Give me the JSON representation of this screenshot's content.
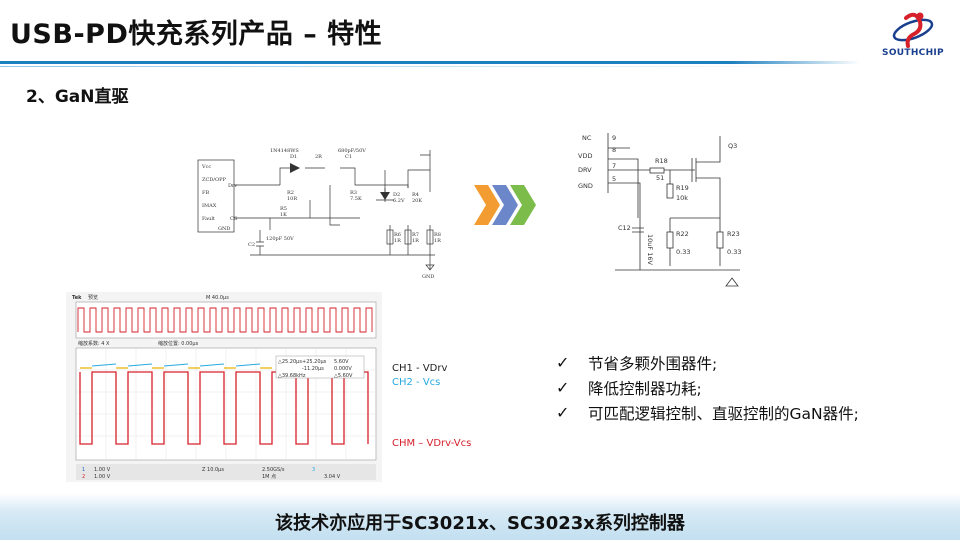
{
  "header": {
    "title": "USB-PD快充系列产品 – 特性",
    "logo_text": "SOUTHCHIP"
  },
  "section": {
    "subtitle": "2、GaN直驱"
  },
  "schematic_left": {
    "pins": [
      "Vcc",
      "ZCD/OPP",
      "FB",
      "IMAX",
      "Fault",
      "Drv",
      "CS",
      "GND"
    ],
    "labels": [
      "1N4148WS",
      "D1",
      "2R",
      "680pF/50V",
      "C1",
      "R2",
      "10R",
      "R3",
      "7.5K",
      "R5",
      "1K",
      "D2",
      "6.2V",
      "R4",
      "20K",
      "120pF 50V",
      "C2",
      "R6",
      "1R",
      "R7",
      "1R",
      "R8",
      "1R",
      "GND"
    ]
  },
  "schematic_right": {
    "pins": [
      {
        "name": "NC",
        "num": "9"
      },
      {
        "name": "VDD",
        "num": "8"
      },
      {
        "name": "DRV",
        "num": "7"
      },
      {
        "name": "GND",
        "num": "5"
      }
    ],
    "labels": [
      "R18",
      "51",
      "R19",
      "10k",
      "Q3",
      "C12",
      "10uF 16V",
      "R22",
      "0.33",
      "R23",
      "0.33"
    ]
  },
  "scope": {
    "brand": "Tek",
    "top_left": "预览",
    "cursor_top": "M 40.0µs",
    "mid_left": "缩放系数: 4 X",
    "mid_right": "缩放位置: 0.00µs",
    "readout": [
      "△25.20µs",
      "+25.20µs",
      "-11.20µs",
      "5.60V",
      "0.000V",
      "△5.60V",
      "△39.68kHz"
    ],
    "bottom": [
      "1",
      "1.00 V",
      "2",
      "1.00 V",
      "Z 10.0µs",
      "2.50GS/s",
      "1M 点",
      "3",
      "3.04 V"
    ],
    "ch_labels": {
      "ch1": "CH1 - VDrv",
      "ch2": "CH2 - Vcs",
      "chm": "CHM – VDrv-Vcs"
    }
  },
  "features": [
    {
      "check": "✓",
      "text": "节省多颗外围器件;"
    },
    {
      "check": "✓",
      "text": "降低控制器功耗;"
    },
    {
      "check": "✓",
      "text": "可匹配逻辑控制、直驱控制的GaN器件;"
    }
  ],
  "footer": {
    "text": "该技术亦应用于SC3021x、SC3023x系列控制器"
  },
  "colors": {
    "accent": "#1c7fc0",
    "scope_ch1": "#e8b400",
    "scope_ch2": "#27a9e1",
    "scope_math": "#d6202a",
    "arrow1": "#f39c32",
    "arrow2": "#6c87c9",
    "arrow3": "#7cbc4a"
  }
}
